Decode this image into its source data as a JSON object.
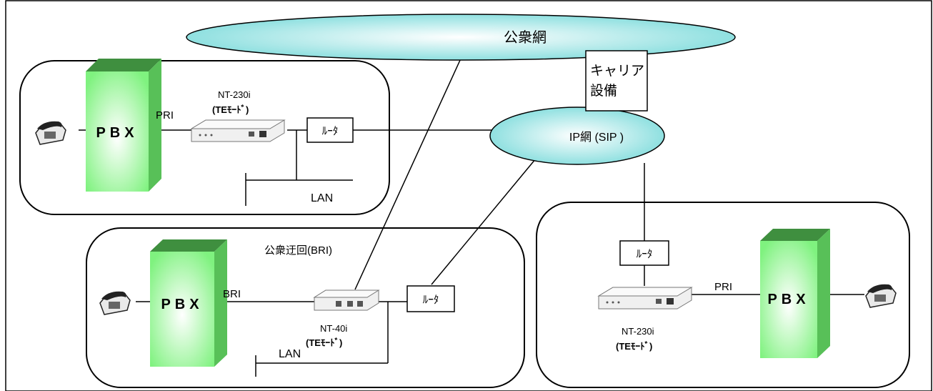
{
  "clouds": {
    "public_network": "公衆網",
    "ip_network": "IP網 (SIP )"
  },
  "carrier": {
    "line1": "キャリア",
    "line2": "設備"
  },
  "site1": {
    "pbx": "PBX",
    "link": "PRI",
    "device_model": "NT-230i",
    "device_mode": "(TEﾓｰﾄﾞ)",
    "router": "ﾙｰﾀ",
    "lan": "LAN"
  },
  "site2": {
    "label": "公衆迂回(BRI)",
    "pbx": "PBX",
    "link": "BRI",
    "device_model": "NT-40i",
    "device_mode": "(TEﾓｰﾄﾞ)",
    "router": "ﾙｰﾀ",
    "lan": "LAN"
  },
  "site3": {
    "pbx": "PBX",
    "link": "PRI",
    "device_model": "NT-230i",
    "device_mode": "(TEﾓｰﾄﾞ)",
    "router": "ﾙｰﾀ"
  },
  "colors": {
    "cloud_fill": "#9fe6e6",
    "pbx_fill": "#9ff59f",
    "pbx_top": "#2f7f2f",
    "pbx_side": "#4fbf4f"
  }
}
